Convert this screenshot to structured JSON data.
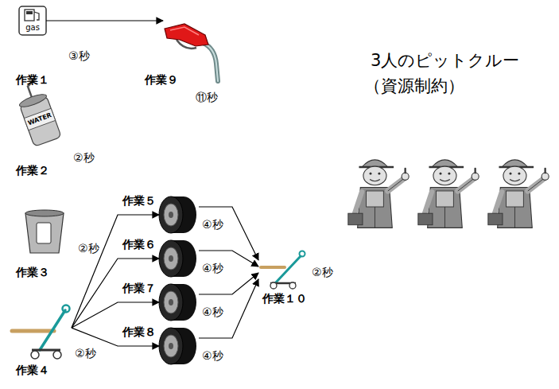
{
  "diagram": {
    "nodes": [
      {
        "text": [
          "作業１",
          "③秒"
        ]
      },
      {
        "text": [
          "作業９",
          "⑪秒"
        ]
      },
      {
        "text": [
          "作業２",
          "②秒"
        ]
      },
      {
        "text": [
          "作業３",
          "②秒"
        ]
      },
      {
        "text": [
          "作業５",
          "④秒"
        ]
      },
      {
        "text": [
          "作業６",
          "④秒"
        ]
      },
      {
        "text": [
          "作業７",
          "④秒"
        ]
      },
      {
        "text": [
          "作業８",
          "④秒"
        ]
      },
      {
        "text": [
          "作業４",
          "②秒"
        ]
      },
      {
        "text": [
          "作業１０",
          "②秒"
        ]
      }
    ],
    "edges": [
      {
        "from": 0,
        "to": 1,
        "arrow": "to"
      },
      {
        "from": 8,
        "to": 4,
        "arrow": "to"
      },
      {
        "from": 8,
        "to": 5,
        "arrow": "to"
      },
      {
        "from": 8,
        "to": 6,
        "arrow": "to"
      },
      {
        "from": 8,
        "to": 7,
        "arrow": "to"
      },
      {
        "from": 4,
        "to": 9,
        "arrow": "to"
      },
      {
        "from": 5,
        "to": 9,
        "arrow": "to"
      },
      {
        "from": 6,
        "to": 9,
        "arrow": "to"
      },
      {
        "from": 7,
        "to": 9,
        "arrow": "to"
      }
    ],
    "labels": [
      "gas",
      "WATER",
      "3人のピットクルー",
      "（資源制約）"
    ]
  }
}
